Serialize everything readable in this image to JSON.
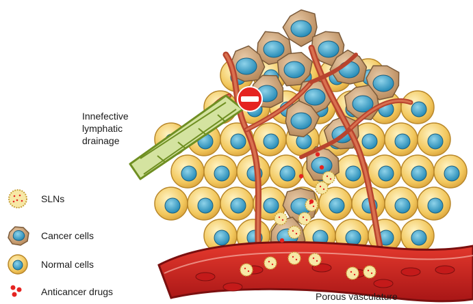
{
  "labels": {
    "lymphatic": "Innefective\nlymphatic\ndrainage",
    "vasculature": "Porous vasculature"
  },
  "legend": [
    {
      "icon": "sln-icon",
      "label": "SLNs"
    },
    {
      "icon": "cancer-cell-icon",
      "label": "Cancer cells"
    },
    {
      "icon": "normal-cell-icon",
      "label": "Normal cells"
    },
    {
      "icon": "anticancer-drug-icon",
      "label": "Anticancer drugs"
    }
  ],
  "colors": {
    "normal_cell": "#f2c75c",
    "normal_nucleus": "#2b9ac4",
    "cancer_cell": "#c9a079",
    "vessel": "#c0392b",
    "blood": "#d62020",
    "lymph": "#d4e3a0",
    "drug": "#e52421",
    "sln": "#f7e8a6"
  }
}
